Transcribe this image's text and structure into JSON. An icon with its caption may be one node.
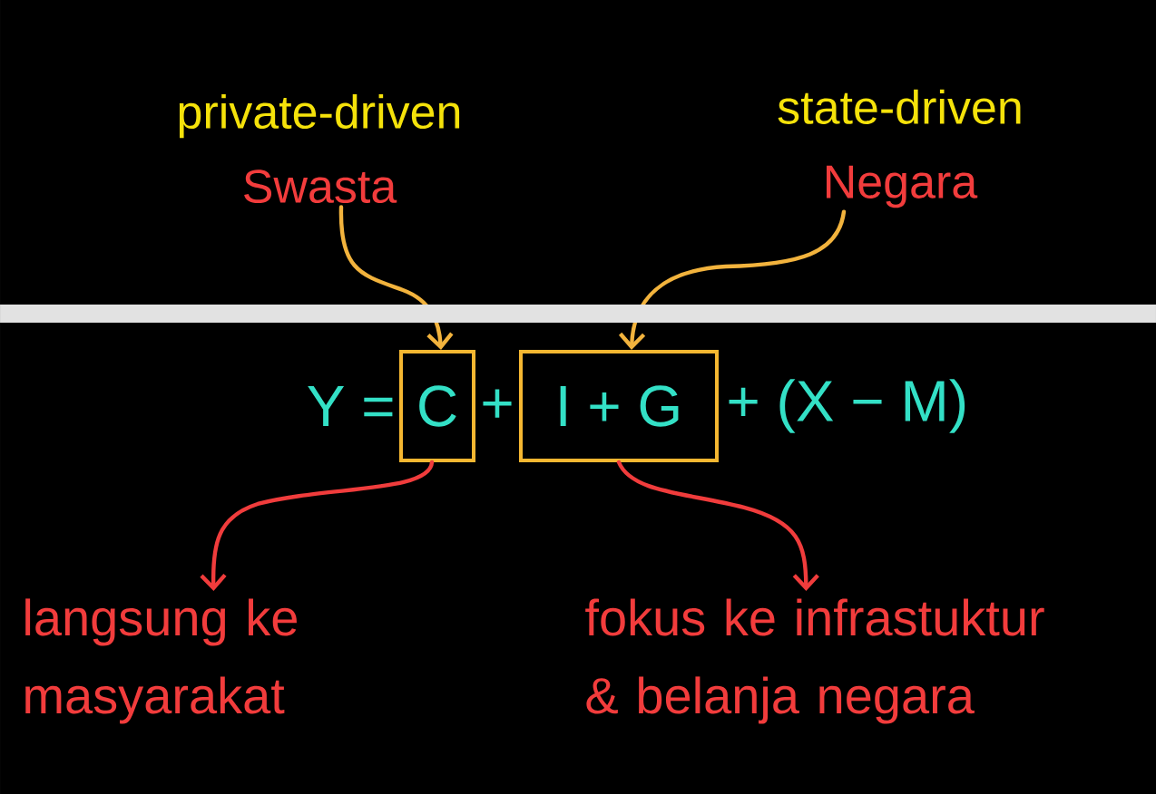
{
  "diagram": {
    "nodes": [
      {
        "text": [
          "private-driven",
          "Swasta"
        ]
      },
      {
        "text": [
          "state-driven",
          "Negara"
        ]
      },
      {
        "text": [
          "C"
        ]
      },
      {
        "text": [
          "I + G"
        ]
      },
      {
        "text": [
          "langsung ke masyarakat"
        ]
      },
      {
        "text": [
          "fokus ke infrastuktur & belanja negara"
        ]
      }
    ],
    "edges": [
      {
        "from": 0,
        "to": 2,
        "arrow": "to",
        "color": "#f2b33d"
      },
      {
        "from": 1,
        "to": 3,
        "arrow": "to",
        "color": "#f2b33d"
      },
      {
        "from": 2,
        "to": 4,
        "arrow": "to",
        "color": "#f03c3c"
      },
      {
        "from": 3,
        "to": 5,
        "arrow": "to",
        "color": "#f03c3c"
      }
    ],
    "labels": [
      "Y =",
      "+",
      "+ (X − M)"
    ]
  }
}
